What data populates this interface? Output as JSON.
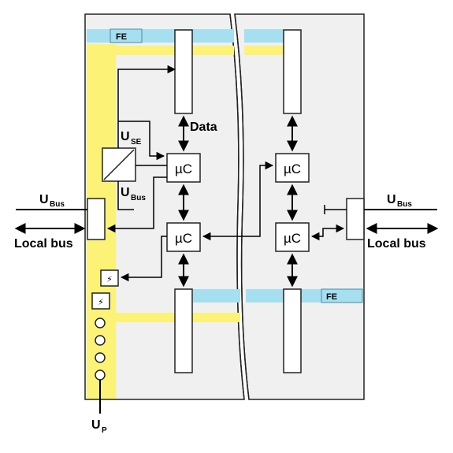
{
  "labels": {
    "fe_top": "FE",
    "fe_bottom": "FE",
    "data": "Data",
    "use_main": "U",
    "use_sub": "SE",
    "ubus_inner_main": "U",
    "ubus_inner_sub": "Bus",
    "ubus_left_main": "U",
    "ubus_left_sub": "Bus",
    "ubus_right_main": "U",
    "ubus_right_sub": "Bus",
    "local_bus_left": "Local bus",
    "local_bus_right": "Local bus",
    "up_main": "U",
    "up_sub": "P",
    "uc_1": "µC",
    "uc_2": "µC",
    "uc_3": "µC",
    "uc_4": "µC"
  },
  "icons": {
    "converter": "dc-dc-converter-icon",
    "led": "led-indicator-icon",
    "terminal": "terminal-point-icon"
  },
  "colors": {
    "fe_bar": "#a5dff0",
    "power_rail": "#fbf276",
    "housing_fill": "#f0f0f0",
    "wire": "#000000"
  }
}
